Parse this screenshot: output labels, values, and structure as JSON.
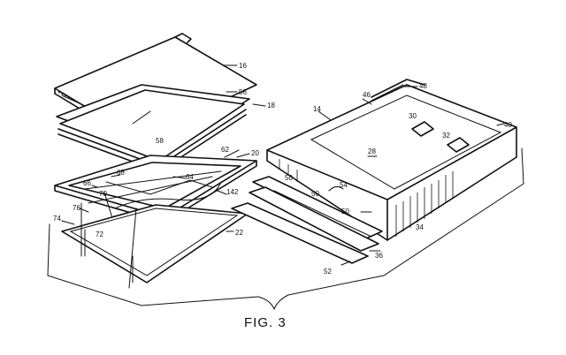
{
  "figure": {
    "caption": "FIG. 3",
    "labels": {
      "l16": "16",
      "l56": "56",
      "l18": "18",
      "l58": "58",
      "l62": "62",
      "l20": "20",
      "l68": "68",
      "l66": "66",
      "l70": "70",
      "l64": "64",
      "l142": "142",
      "l76": "76",
      "l74": "74",
      "l72": "72",
      "l22": "22",
      "l14": "14",
      "l46": "46",
      "l48": "48",
      "l30": "30",
      "l40": "40",
      "l32": "32",
      "l28": "28",
      "l50a": "50",
      "l54": "54",
      "l50b": "50",
      "l50c": "50",
      "l34": "34",
      "l36": "36",
      "l52": "52"
    }
  }
}
